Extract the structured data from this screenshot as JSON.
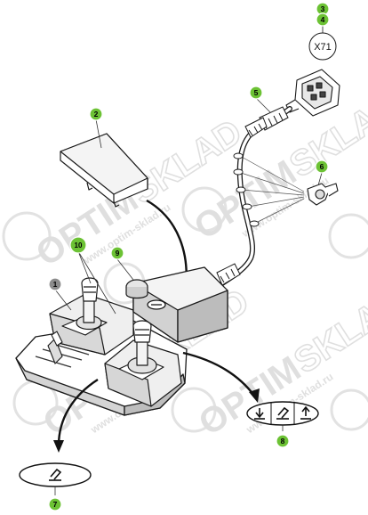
{
  "watermark": {
    "brand_left": "OPTIM",
    "brand_right": "SKLAD",
    "url": "www.optim-sklad.ru"
  },
  "connector_label": "X71",
  "callouts": [
    {
      "id": "callout-1",
      "label": "1",
      "color": "#8c8c8c"
    },
    {
      "id": "callout-2",
      "label": "2",
      "color": "#6cc234"
    },
    {
      "id": "callout-3",
      "label": "3",
      "color": "#6cc234"
    },
    {
      "id": "callout-4",
      "label": "4",
      "color": "#6cc234"
    },
    {
      "id": "callout-5",
      "label": "5",
      "color": "#6cc234"
    },
    {
      "id": "callout-6",
      "label": "6",
      "color": "#6cc234"
    },
    {
      "id": "callout-7",
      "label": "7",
      "color": "#6cc234"
    },
    {
      "id": "callout-8",
      "label": "8",
      "color": "#6cc234"
    },
    {
      "id": "callout-9",
      "label": "9",
      "color": "#6cc234"
    },
    {
      "id": "callout-10",
      "label": "10",
      "color": "#6cc234"
    }
  ]
}
